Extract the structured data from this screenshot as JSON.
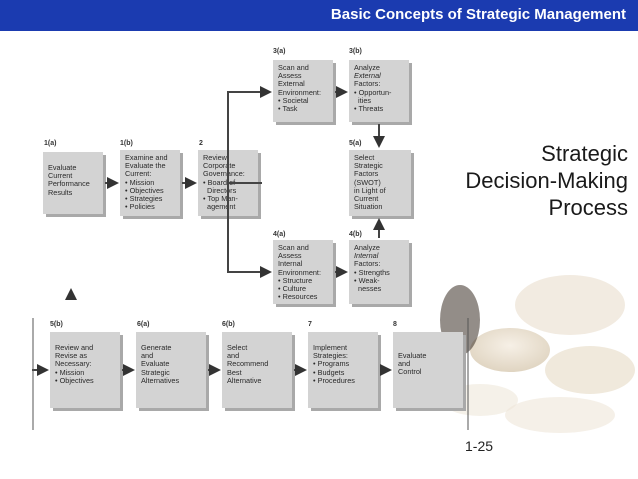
{
  "header": {
    "title": "Basic Concepts of Strategic Management",
    "bg": "#1b3bb0"
  },
  "slide_title": {
    "line1": "Strategic",
    "line2": "Decision-Making",
    "line3": "Process"
  },
  "page_number": "1-25",
  "steps": {
    "s1a": {
      "label": "1(a)",
      "lines": [
        "Evaluate",
        "Current",
        "Performance",
        "Results"
      ]
    },
    "s1b": {
      "label": "1(b)",
      "lines": [
        "Examine and",
        "Evaluate the",
        "Current:",
        "• Mission",
        "• Objectives",
        "• Strategies",
        "• Policies"
      ]
    },
    "s2": {
      "label": "2",
      "lines": [
        "Review",
        "Corporate",
        "Governance:",
        "• Board of",
        "  Directors",
        "• Top Man-",
        "  agement"
      ]
    },
    "s3a": {
      "label": "3(a)",
      "lines": [
        "Scan and",
        "Assess",
        "External",
        "Environment:",
        "• Societal",
        "• Task"
      ]
    },
    "s3b": {
      "label": "3(b)",
      "lines": [
        "Analyze",
        "External",
        "Factors:",
        "• Opportun-",
        "  ities",
        "• Threats"
      ]
    },
    "s4a": {
      "label": "4(a)",
      "lines": [
        "Scan and",
        "Assess",
        "Internal",
        "Environment:",
        "• Structure",
        "• Culture",
        "• Resources"
      ]
    },
    "s4b": {
      "label": "4(b)",
      "lines": [
        "Analyze",
        "Internal",
        "Factors:",
        "• Strengths",
        "• Weak-",
        "  nesses"
      ]
    },
    "s5a": {
      "label": "5(a)",
      "lines": [
        "Select",
        "Strategic",
        "Factors",
        "(SWOT)",
        "in Light of",
        "Current",
        "Situation"
      ]
    },
    "s5b": {
      "label": "5(b)",
      "lines": [
        "Review and",
        "Revise as",
        "Necessary:",
        "• Mission",
        "• Objectives"
      ]
    },
    "s6a": {
      "label": "6(a)",
      "lines": [
        "Generate",
        "and",
        "Evaluate",
        "Strategic",
        "Alternatives"
      ]
    },
    "s6b": {
      "label": "6(b)",
      "lines": [
        "Select",
        "and",
        "Recommend",
        "Best",
        "Alternative"
      ]
    },
    "s7": {
      "label": "7",
      "lines": [
        "Implement",
        "Strategies:",
        "• Programs",
        "• Budgets",
        "• Procedures"
      ]
    },
    "s8": {
      "label": "8",
      "lines": [
        "Evaluate",
        "and",
        "Control"
      ]
    }
  }
}
